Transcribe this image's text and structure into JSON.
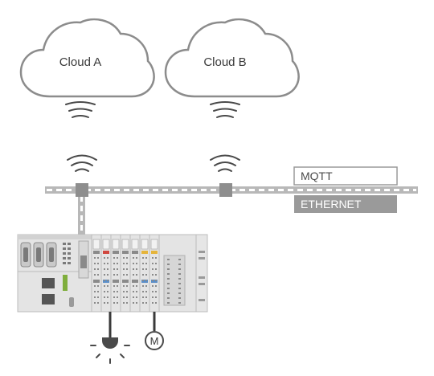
{
  "clouds": [
    {
      "label": "Cloud A"
    },
    {
      "label": "Cloud B"
    }
  ],
  "protocols": {
    "mqtt": "MQTT",
    "ethernet": "ETHERNET"
  },
  "colors": {
    "outline": "#8c8c8c",
    "dark": "#3f3f3f",
    "bus": "#b8b8b8",
    "ethernet_box": "#9a9a9a",
    "module_body": "#e2e2e2"
  },
  "icons": [
    "wifi-icon",
    "lamp-icon",
    "motor-icon"
  ],
  "motor_symbol": "M"
}
